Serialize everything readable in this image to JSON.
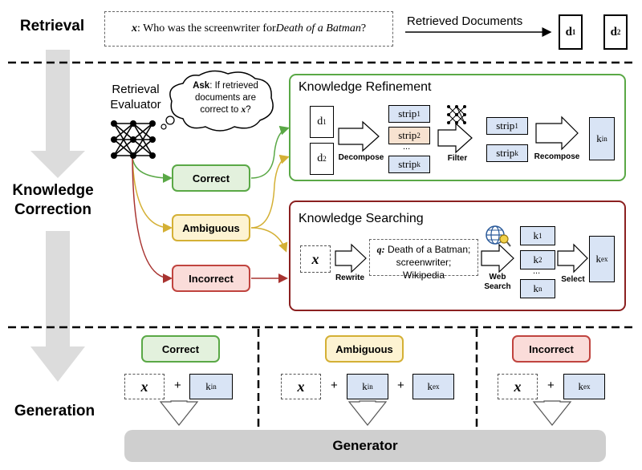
{
  "phases": {
    "retrieval": "Retrieval",
    "correction_line1": "Knowledge",
    "correction_line2": "Correction",
    "generation": "Generation"
  },
  "retrieval": {
    "query_var": "x",
    "query_text": ": Who was the screenwriter for ",
    "query_title": "Death of a Batman",
    "query_end": "?",
    "retrieved_label": "Retrieved Documents",
    "doc1": "d",
    "doc1_sub": "1",
    "doc2": "d",
    "doc2_sub": "2"
  },
  "evaluator": {
    "line1": "Retrieval",
    "line2": "Evaluator",
    "ask_bold": "Ask",
    "ask_text": ": If retrieved documents are correct to ",
    "ask_var": "x",
    "ask_end": "?"
  },
  "actions": {
    "correct": "Correct",
    "ambiguous": "Ambiguous",
    "incorrect": "Incorrect"
  },
  "refinement": {
    "title": "Knowledge Refinement",
    "d1": "d",
    "d1_sub": "1",
    "d2": "d",
    "d2_sub": "2",
    "decompose": "Decompose",
    "strip1": "strip",
    "strip1_sub": "1",
    "strip2": "strip",
    "strip2_sub": "2",
    "strip_dots": "...",
    "stripk": "strip",
    "stripk_sub": "k",
    "filter": "Filter",
    "fstrip1": "strip",
    "fstrip1_sub": "1",
    "fstripk": "strip",
    "fstripk_sub": "k",
    "recompose": "Recompose",
    "kin": "k",
    "kin_sub": "in"
  },
  "searching": {
    "title": "Knowledge Searching",
    "x": "x",
    "rewrite": "Rewrite",
    "q_label": "q:",
    "q_text1": " Death of a Batman;",
    "q_text2": "screenwriter; Wikipedia",
    "web1": "Web",
    "web2": "Search",
    "k1": "k",
    "k1_sub": "1",
    "k2": "k",
    "k2_sub": "2",
    "k_dots": "...",
    "kn": "k",
    "kn_sub": "n",
    "select": "Select",
    "kex": "k",
    "kex_sub": "ex"
  },
  "generation": {
    "correct": "Correct",
    "ambiguous": "Ambiguous",
    "incorrect": "Incorrect",
    "x": "x",
    "plus": "+",
    "kin": "k",
    "kin_sub": "in",
    "kex": "k",
    "kex_sub": "ex",
    "generator": "Generator"
  },
  "colors": {
    "correct_border": "#5aa846",
    "ambiguous_border": "#d4b035",
    "incorrect_border": "#c0443f",
    "strip_fill": "#d9e4f5",
    "big_arrow": "#d9d9d9"
  },
  "icons": [
    "neural-net-icon",
    "thought-bubble-icon",
    "globe-search-icon",
    "hollow-arrow-icon"
  ]
}
